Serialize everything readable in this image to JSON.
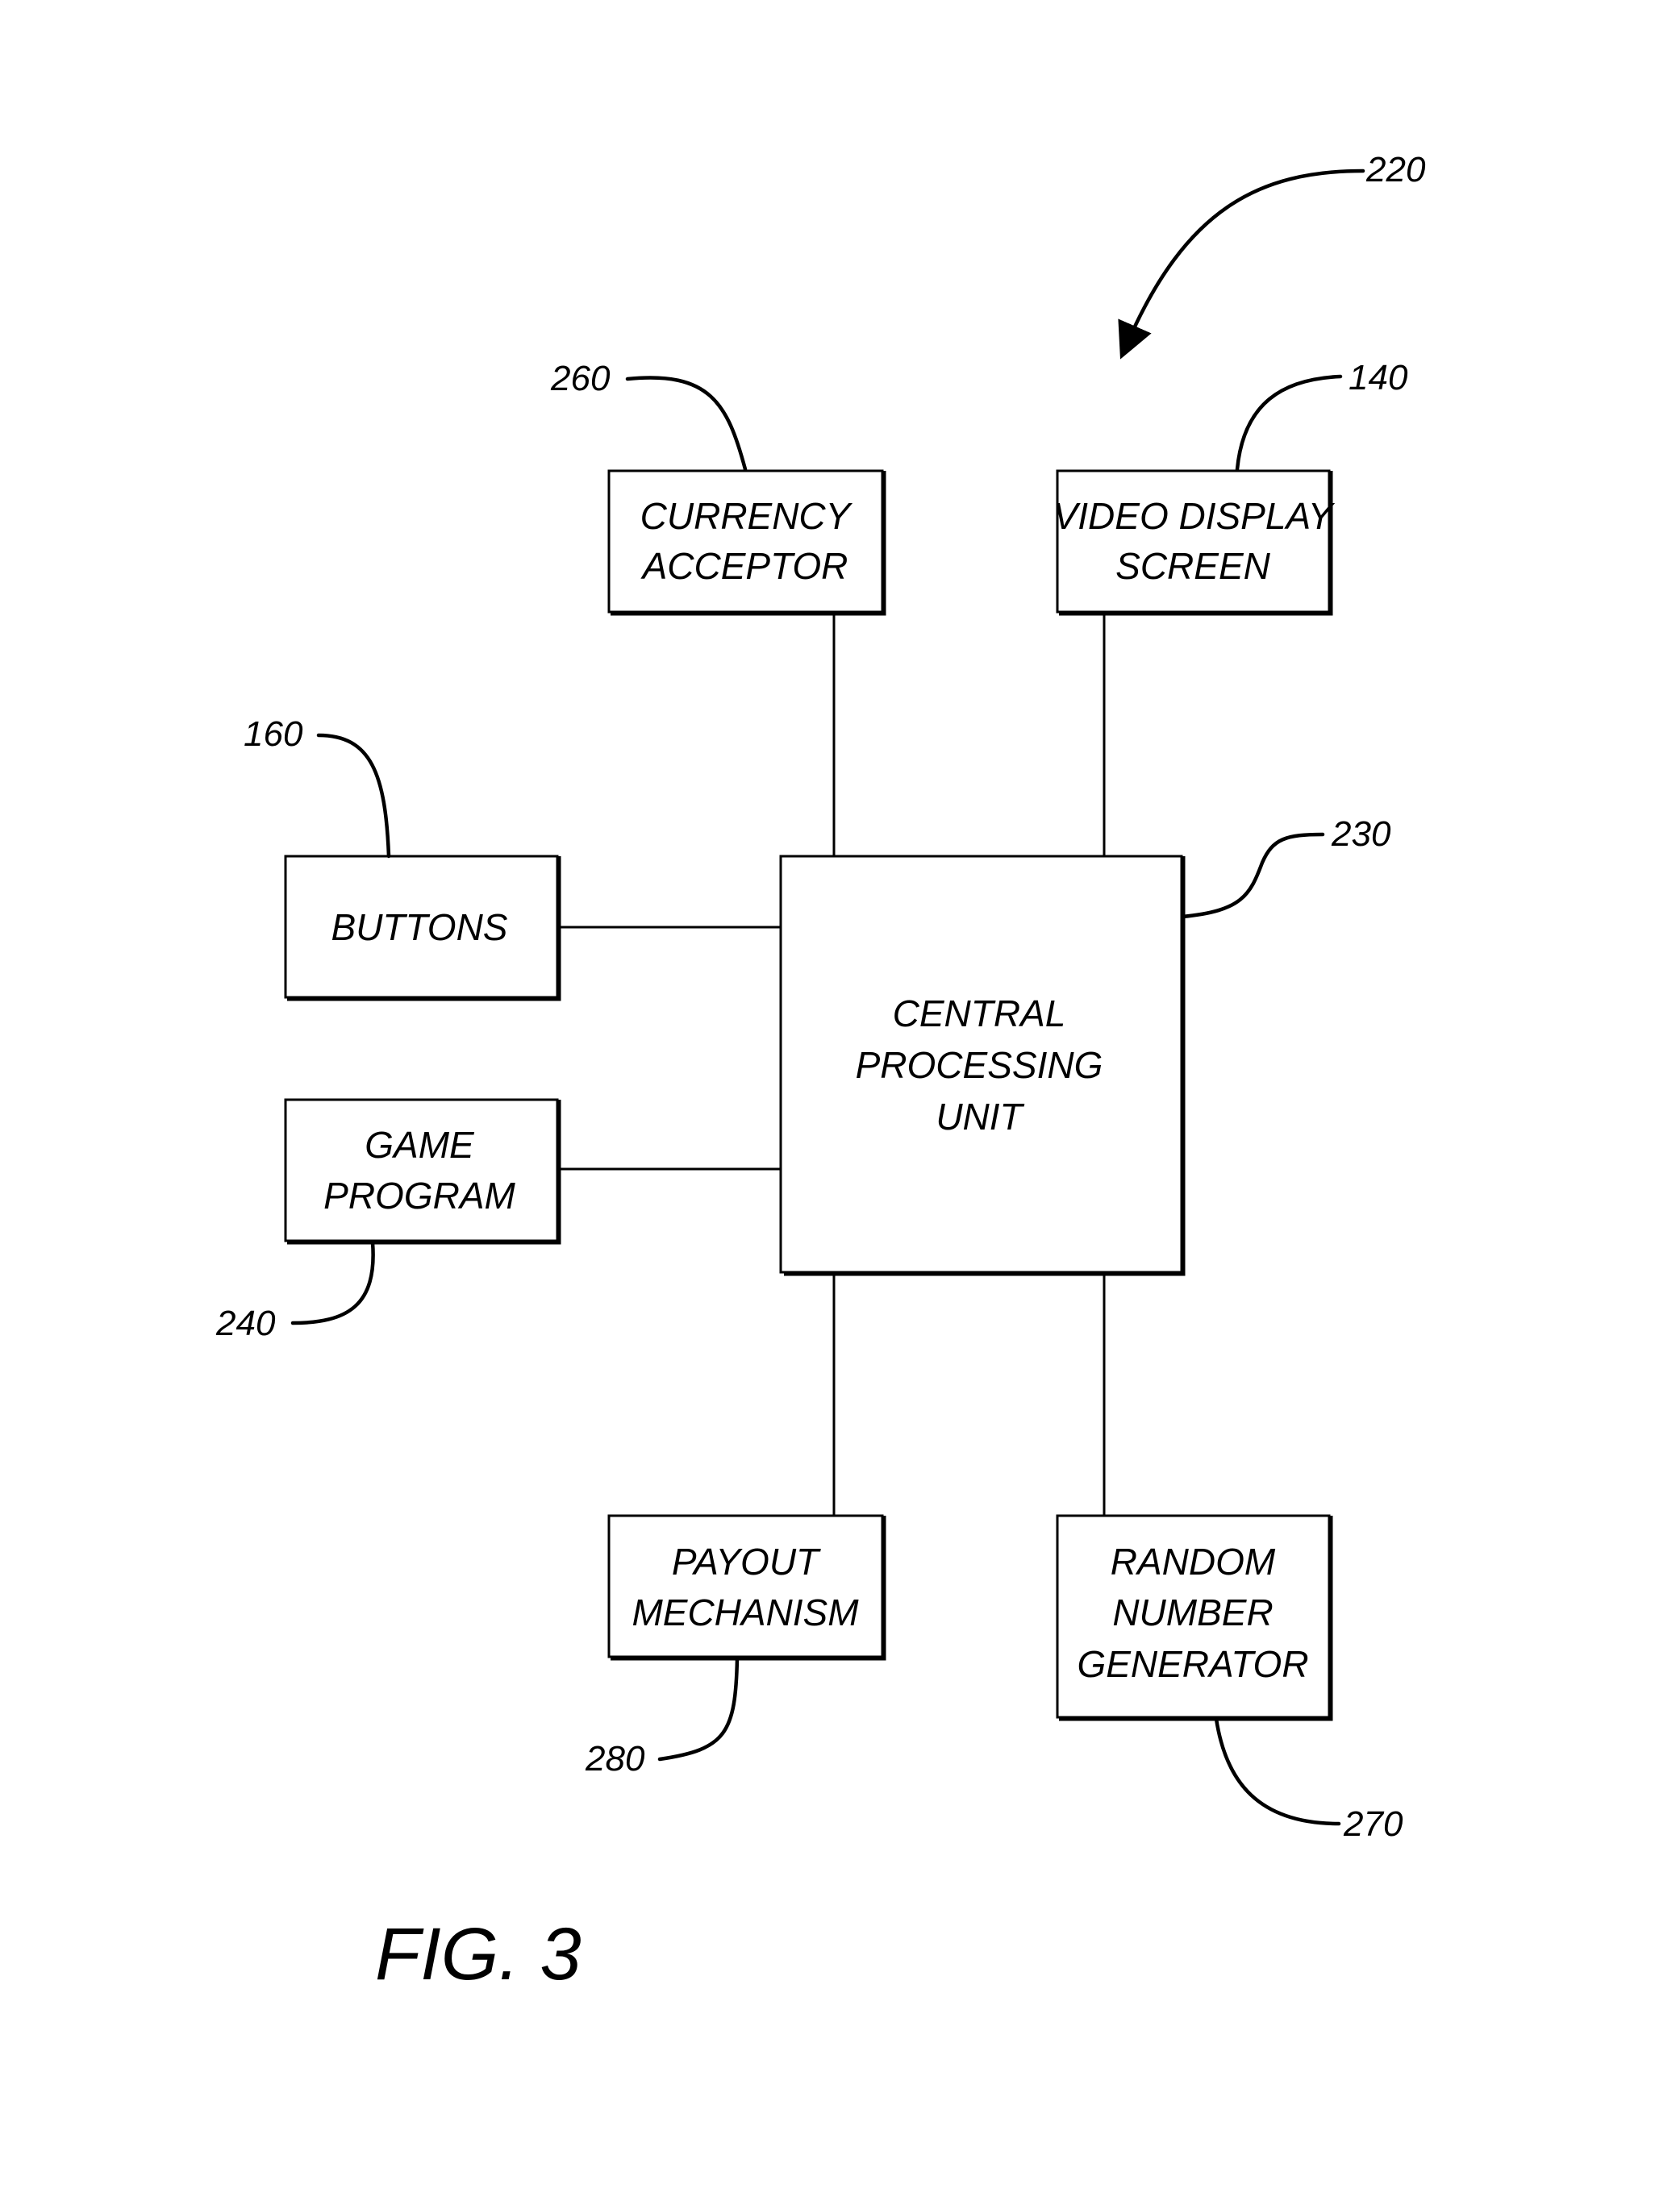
{
  "figure": {
    "caption": "FIG. 3",
    "system_ref": "220"
  },
  "blocks": {
    "currency_acceptor": {
      "lines": [
        "CURRENCY",
        "ACCEPTOR"
      ],
      "ref": "260"
    },
    "video_display_screen": {
      "lines": [
        "VIDEO DISPLAY",
        "SCREEN"
      ],
      "ref": "140"
    },
    "buttons": {
      "lines": [
        "BUTTONS"
      ],
      "ref": "160"
    },
    "game_program": {
      "lines": [
        "GAME",
        "PROGRAM"
      ],
      "ref": "240"
    },
    "central_processing_unit": {
      "lines": [
        "CENTRAL",
        "PROCESSING",
        "UNIT"
      ],
      "ref": "230"
    },
    "payout_mechanism": {
      "lines": [
        "PAYOUT",
        "MECHANISM"
      ],
      "ref": "280"
    },
    "random_number_generator": {
      "lines": [
        "RANDOM",
        "NUMBER",
        "GENERATOR"
      ],
      "ref": "270"
    }
  }
}
